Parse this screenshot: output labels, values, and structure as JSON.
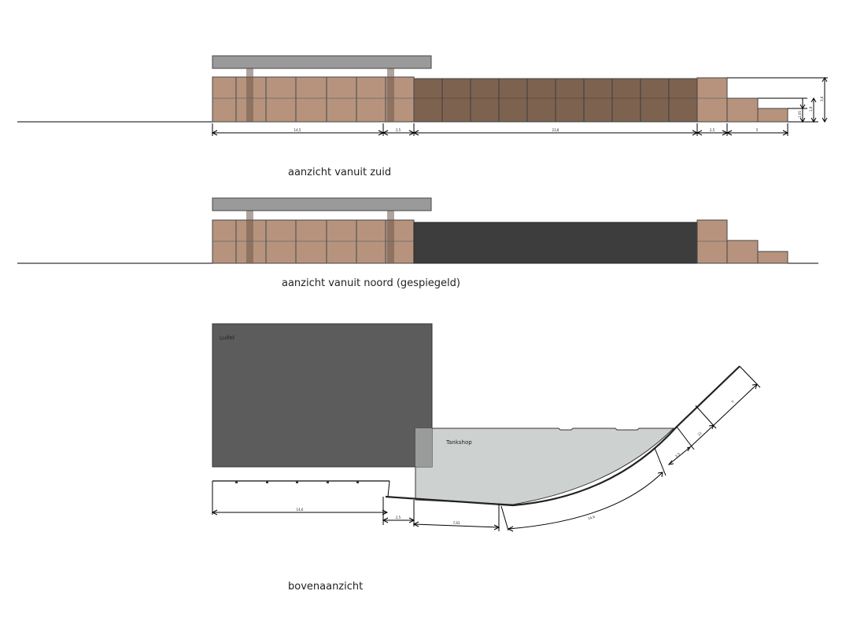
{
  "views": {
    "south": {
      "caption": "aanzicht vanuit zuid",
      "dims": {
        "d1": "14,5",
        "d2": "2,5",
        "d3": "23,8",
        "d4": "2,5",
        "d5": "5",
        "h_total": "3,6",
        "h_mid": "1,9",
        "h_low": "1,05"
      }
    },
    "north": {
      "caption": "aanzicht vanuit noord (gespiegeld)"
    },
    "top": {
      "caption": "bovenaanzicht",
      "label_canopy": "Luifel",
      "label_shop": "Tankshop",
      "dims": {
        "d1": "14,6",
        "d2": "2,5",
        "d3": "7,63",
        "d4": "14,6",
        "d5": "2,5",
        "d6": "22",
        "d7": "5"
      }
    }
  },
  "colors": {
    "canopy_roof": "#9a9a9a",
    "wall_light": "#b7937d",
    "wall_dark": "#7d6250",
    "north_dark_wall": "#3d3d3d",
    "canopy_plan": "#575757",
    "shop_plan": "#cdd1cf"
  }
}
